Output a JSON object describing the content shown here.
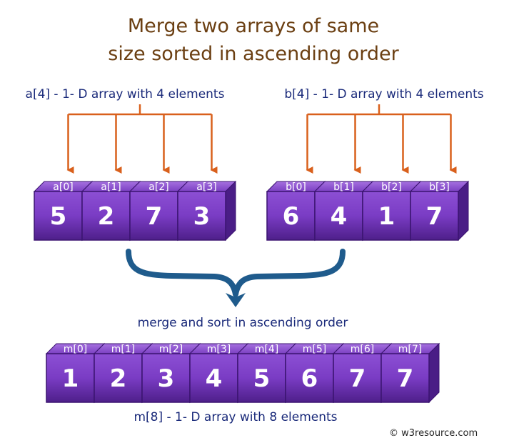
{
  "title_line1": "Merge two arrays of same",
  "title_line2": "size sorted in ascending order",
  "array_a": {
    "label": "a[4] - 1- D array with 4 elements",
    "indices": [
      "a[0]",
      "a[1]",
      "a[2]",
      "a[3]"
    ],
    "values": [
      "5",
      "2",
      "7",
      "3"
    ]
  },
  "array_b": {
    "label": "b[4] - 1- D array with 4 elements",
    "indices": [
      "b[0]",
      "b[1]",
      "b[2]",
      "b[3]"
    ],
    "values": [
      "6",
      "4",
      "1",
      "7"
    ]
  },
  "merge_caption": "merge and sort in ascending order",
  "array_m": {
    "label": "m[8] - 1- D array with 8 elements",
    "indices": [
      "m[0]",
      "m[1]",
      "m[2]",
      "m[3]",
      "m[4]",
      "m[5]",
      "m[6]",
      "m[7]"
    ],
    "values": [
      "1",
      "2",
      "3",
      "4",
      "5",
      "6",
      "7",
      "7"
    ]
  },
  "copyright": "© w3resource.com",
  "colors": {
    "title": "#6b3f12",
    "label": "#1a2a7a",
    "arrow_orange": "#d9601c",
    "arrow_blue": "#1f5b8c",
    "box_face": "#7b3fbf",
    "box_top": "#9a5ad6",
    "box_side": "#5a2a94"
  }
}
